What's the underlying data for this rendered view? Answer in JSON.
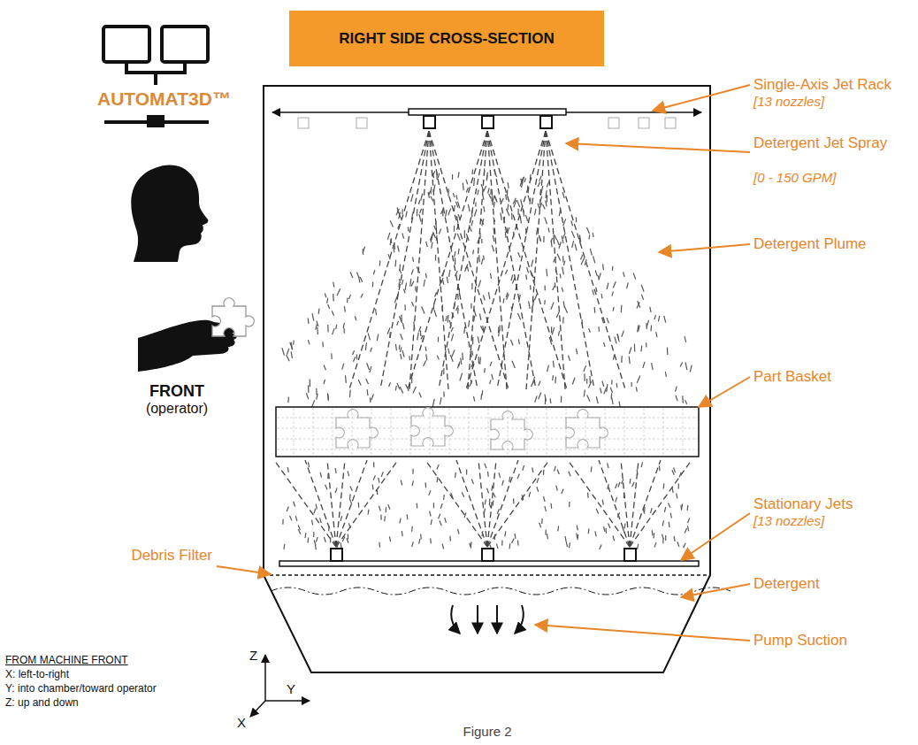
{
  "diagram": {
    "title": "RIGHT SIDE CROSS-SECTION",
    "caption": "Figure 2",
    "labels": [
      "AUTOMAT3D™",
      "FRONT",
      "(operator)",
      "Single-Axis Jet Rack",
      "[13 nozzles]",
      "Detergent Jet Spray",
      "[0 - 150 GPM]",
      "Detergent Plume",
      "Part Basket",
      "Debris Filter",
      "Stationary Jets",
      "[13 nozzles]",
      "Detergent",
      "Pump Suction",
      "FROM MACHINE FRONT",
      "X: left-to-right",
      "Y: into chamber/toward operator",
      "Z: up and down",
      "Z",
      "Y",
      "X"
    ]
  }
}
